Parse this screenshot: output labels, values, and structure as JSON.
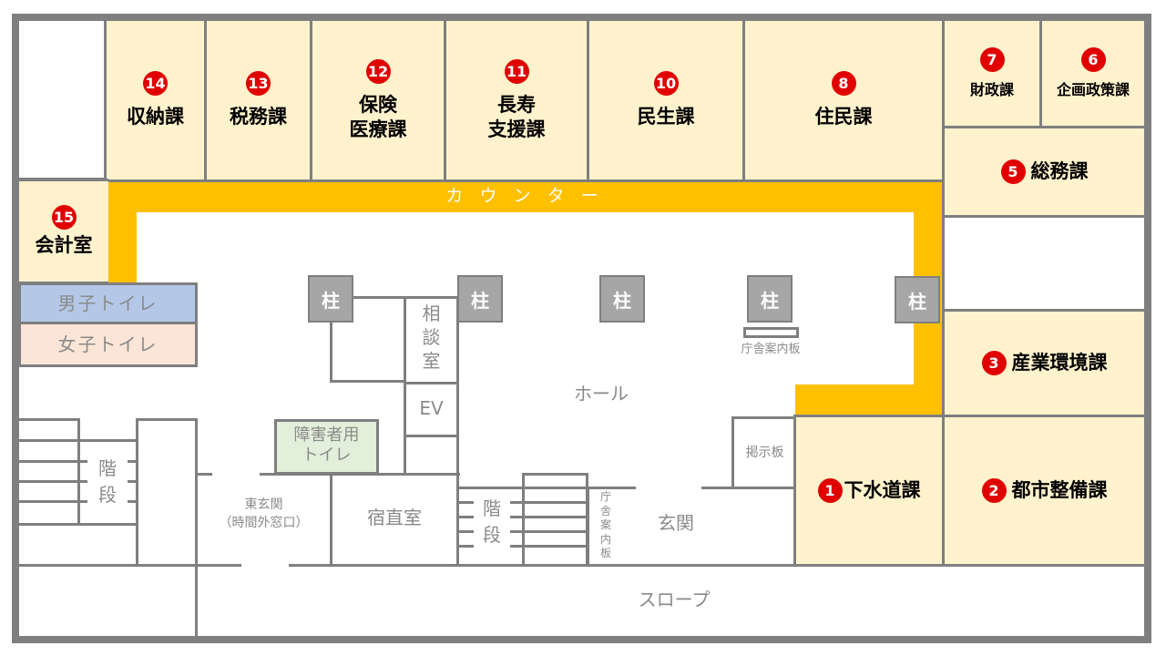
{
  "rooms": {
    "r14": {
      "num": "14",
      "name": "収納課"
    },
    "r13": {
      "num": "13",
      "name": "税務課"
    },
    "r12": {
      "num": "12",
      "name1": "保険",
      "name2": "医療課"
    },
    "r11": {
      "num": "11",
      "name1": "長寿",
      "name2": "支援課"
    },
    "r10": {
      "num": "10",
      "name": "民生課"
    },
    "r8": {
      "num": "8",
      "name": "住民課"
    },
    "r7": {
      "num": "7",
      "name": "財政課"
    },
    "r6": {
      "num": "6",
      "name": "企画政策課"
    },
    "r5": {
      "num": "5",
      "name": "総務課"
    },
    "r15": {
      "num": "15",
      "name": "会計室"
    },
    "r3": {
      "num": "3",
      "name": "産業環境課"
    },
    "r1": {
      "num": "1",
      "name": "下水道課"
    },
    "r2": {
      "num": "2",
      "name": "都市整備課"
    }
  },
  "labels": {
    "counter": "カ ウ ン タ ー",
    "pillar": "柱",
    "mens_toilet": "男子トイレ",
    "womens_toilet": "女子トイレ",
    "consult1": "相",
    "consult2": "談",
    "consult3": "室",
    "ev": "EV",
    "hall": "ホール",
    "info_board": "庁舎案内板",
    "info_board_v": [
      "庁",
      "舎",
      "案",
      "内",
      "板"
    ],
    "notice_board": "掲示板",
    "accessible_toilet1": "障害者用",
    "accessible_toilet2": "トイレ",
    "stairs1": "階",
    "stairs2": "段",
    "east_entrance1": "東玄関",
    "east_entrance2": "（時間外窓口）",
    "night_duty": "宿直室",
    "entrance": "玄関",
    "slope": "スロープ"
  },
  "colors": {
    "counter": "#ffc000",
    "office": "#fff2cc",
    "badge": "#e00000",
    "mens": "#b4c7e7",
    "womens": "#fbe5d6",
    "accessible": "#e2efda",
    "wall": "#7f7f7f"
  }
}
